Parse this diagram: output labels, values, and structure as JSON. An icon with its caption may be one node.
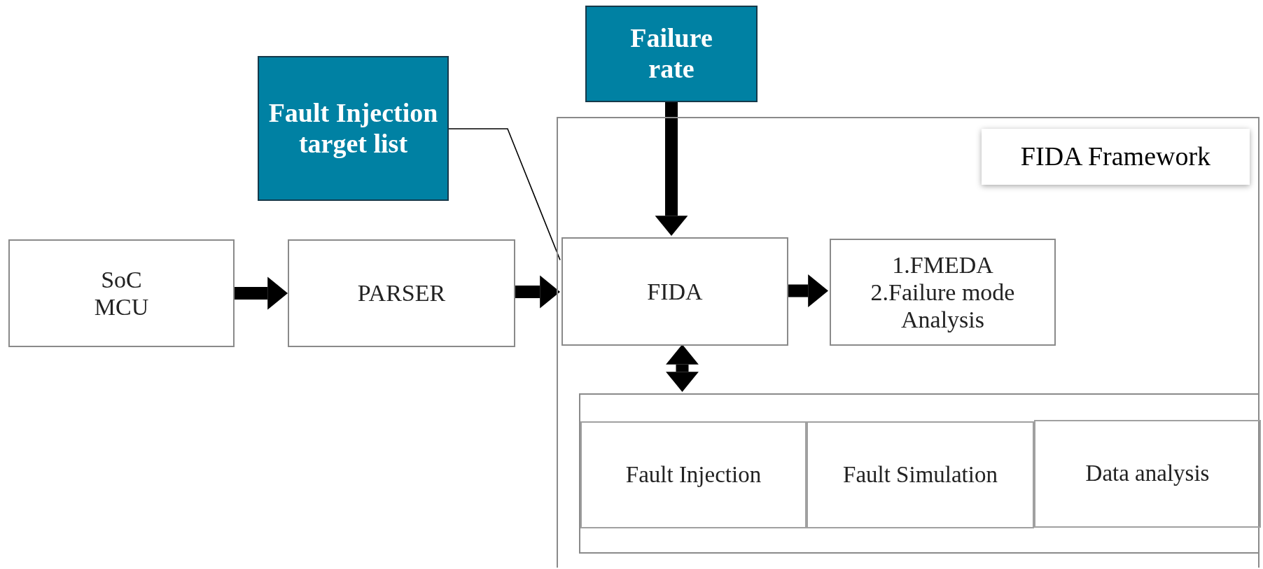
{
  "diagram": {
    "nodes": [
      {
        "text": [
          "Fault Injection target list"
        ]
      },
      {
        "text": [
          "Failure rate"
        ]
      },
      {
        "text": [
          "FIDA Framework"
        ]
      },
      {
        "text": [
          "SoC",
          "MCU"
        ]
      },
      {
        "text": [
          "PARSER"
        ]
      },
      {
        "text": [
          "FIDA"
        ],
        "in": 2
      },
      {
        "text": [
          "1.FMEDA",
          "2.Failure mode Analysis"
        ],
        "in": 2
      },
      {
        "text": [],
        "shape": "box",
        "in": 2
      },
      {
        "text": [
          "Fault Injection"
        ],
        "in": 7
      },
      {
        "text": [
          "Fault Simulation"
        ],
        "in": 7
      },
      {
        "text": [
          "Data analysis"
        ],
        "in": 7
      }
    ],
    "edges": [
      {
        "from": 3,
        "to": 4,
        "arrow": "to"
      },
      {
        "from": 4,
        "to": 5,
        "arrow": "to"
      },
      {
        "from": 1,
        "to": 5,
        "arrow": "to"
      },
      {
        "from": 5,
        "to": 6,
        "arrow": "to"
      },
      {
        "from": 5,
        "to": 7,
        "arrow": "both"
      },
      {
        "from": 0,
        "to": 5,
        "arrow": "none"
      }
    ]
  }
}
